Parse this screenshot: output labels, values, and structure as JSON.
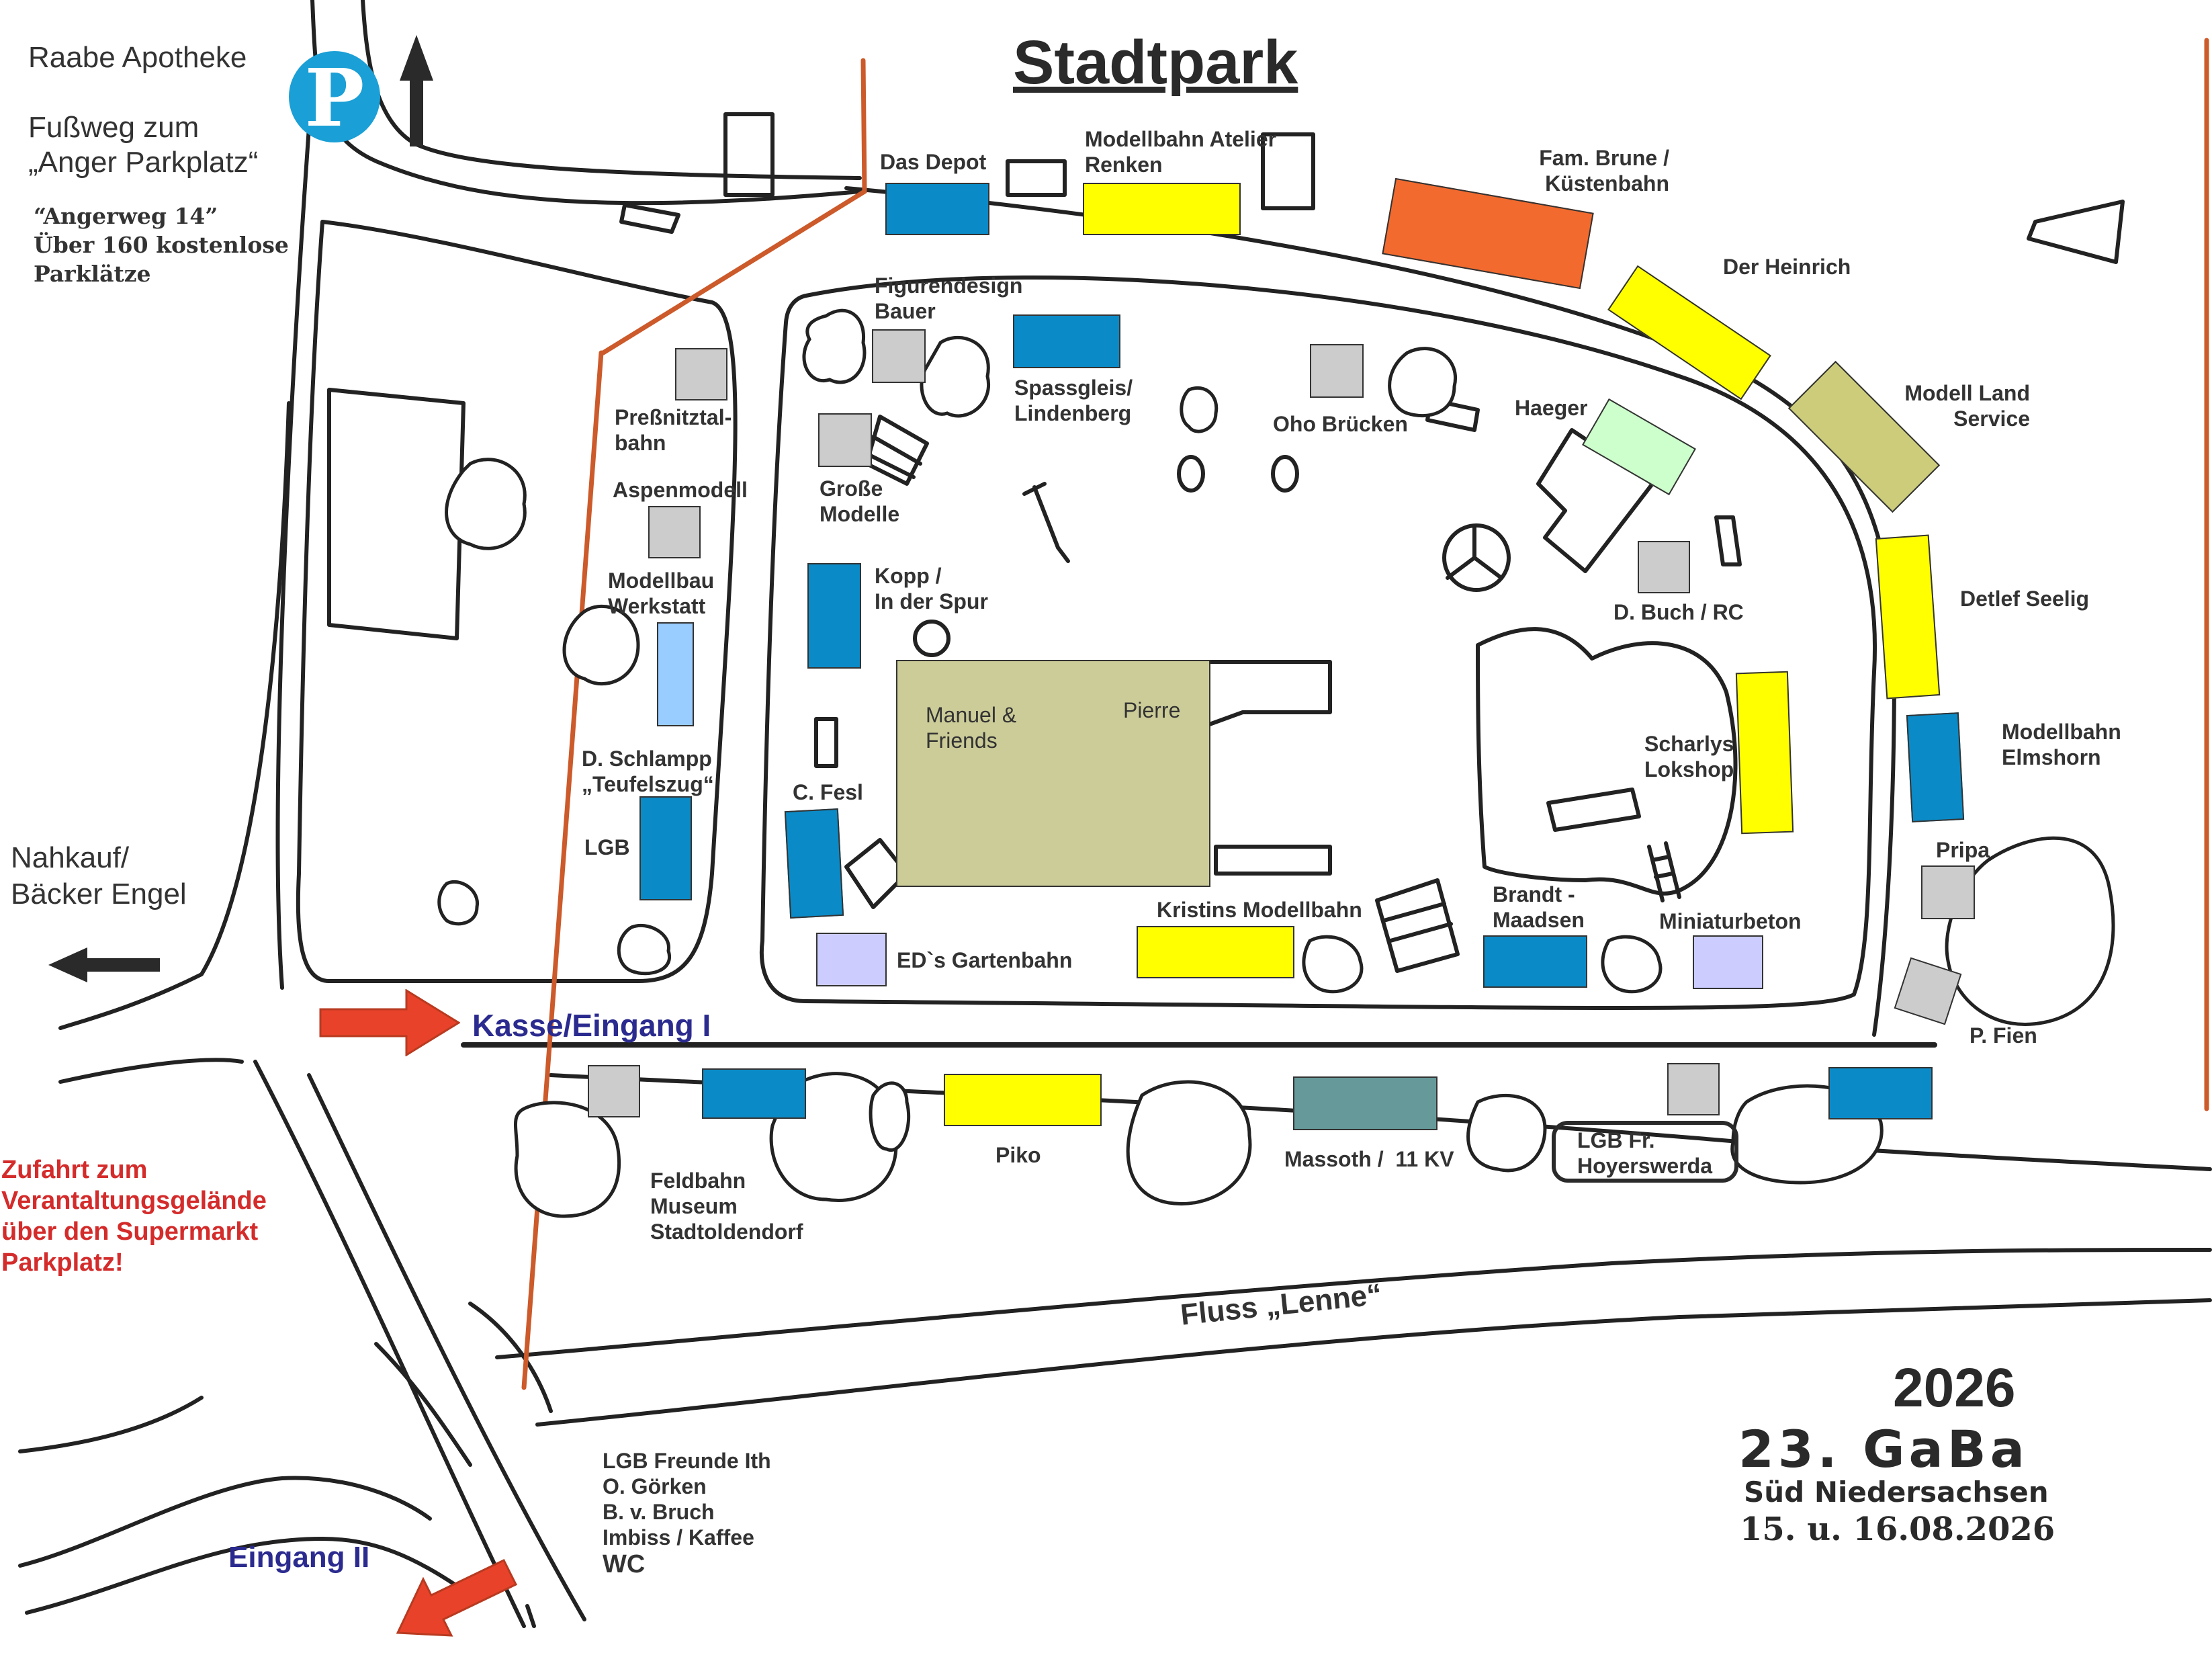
{
  "title": "Stadtpark",
  "top_left": {
    "pharmacy": "Raabe Apotheke",
    "footpath": "Fußweg zum\n„Anger Parkplatz“",
    "parking_note": "“Angerweg 14”\nÜber 160 kostenlose\nParklätze",
    "parking_sign": "P"
  },
  "left_labels": {
    "shop": "Nahkauf/\nBäcker Engel",
    "access": "Zufahrt zum\nVerantaltungsgelände\nüber den Supermarkt\nParkplatz!"
  },
  "entrances": {
    "main": "Kasse/Eingang I",
    "second": "Eingang II"
  },
  "river": "Fluss „Lenne“",
  "event": {
    "year": "2026",
    "name": "23. GaBa",
    "region": "Süd Niedersachsen",
    "dates": "15. u. 16.08.2026"
  },
  "bottom_info": "LGB Freunde Ith\nO. Görken\nB. v. Bruch\nImbiss / Kaffee",
  "wc": "WC",
  "colors": {
    "blue": "#0a8bc7",
    "yellow": "#ffff00",
    "orange": "#f26a2e",
    "olive": "#cccc7a",
    "khaki": "#cccc99",
    "gray": "#cccccc",
    "lightblue": "#99ccff",
    "lavender": "#ccccff",
    "lightgreen": "#ccffcc",
    "teal": "#669999",
    "red": "#e8432a",
    "navy": "#2b2b8f",
    "darkred": "#d42b2b"
  },
  "exhibitors": [
    {
      "name": "Das Depot",
      "color": "blue"
    },
    {
      "name": "Modellbahn Atelier\nRenken",
      "color": "yellow"
    },
    {
      "name": "Fam. Brune /\nKüstenbahn",
      "color": "orange"
    },
    {
      "name": "Der Heinrich",
      "color": "yellow"
    },
    {
      "name": "Modell Land\nService",
      "color": "olive"
    },
    {
      "name": "Detlef Seelig",
      "color": "yellow"
    },
    {
      "name": "Modellbahn\nElmshorn",
      "color": "blue"
    },
    {
      "name": "Pripa",
      "color": "gray"
    },
    {
      "name": "P. Fien",
      "color": "gray"
    },
    {
      "name": "Figurendesign\nBauer",
      "color": "gray"
    },
    {
      "name": "Spassgleis/\nLindenberg",
      "color": "blue"
    },
    {
      "name": "Oho Brücken",
      "color": "gray"
    },
    {
      "name": "Haeger",
      "color": "lightgreen"
    },
    {
      "name": "D. Buch / RC",
      "color": "gray"
    },
    {
      "name": "Scharlys\nLokshop",
      "color": "yellow"
    },
    {
      "name": "Große\nModelle",
      "color": "gray"
    },
    {
      "name": "Kopp /\nIn der Spur",
      "color": "blue"
    },
    {
      "name": "Manuel &\nFriends",
      "color": "khaki"
    },
    {
      "name": "Pierre",
      "color": "khaki"
    },
    {
      "name": "C. Fesl",
      "color": "blue"
    },
    {
      "name": "ED`s Gartenbahn",
      "color": "lavender"
    },
    {
      "name": "Kristins Modellbahn",
      "color": "yellow"
    },
    {
      "name": "Brandt -\nMaadsen",
      "color": "blue"
    },
    {
      "name": "Miniaturbeton",
      "color": "lavender"
    },
    {
      "name": "Preßnitztal-\nbahn",
      "color": "gray"
    },
    {
      "name": "Aspenmodell",
      "color": "gray"
    },
    {
      "name": "Modellbau\nWerkstatt",
      "color": "lightblue"
    },
    {
      "name": "D. Schlampp\n„Teufelszug“",
      "color": "blue"
    },
    {
      "name": "LGB",
      "color": "blue"
    },
    {
      "name": "Feldbahn\nMuseum\nStadtoldendorf",
      "color": "gray"
    },
    {
      "name": "Piko",
      "color": "yellow"
    },
    {
      "name": "Massoth /  11 KV",
      "color": "teal"
    },
    {
      "name": "LGB Fr.\nHoyerswerda",
      "color": "gray"
    }
  ]
}
